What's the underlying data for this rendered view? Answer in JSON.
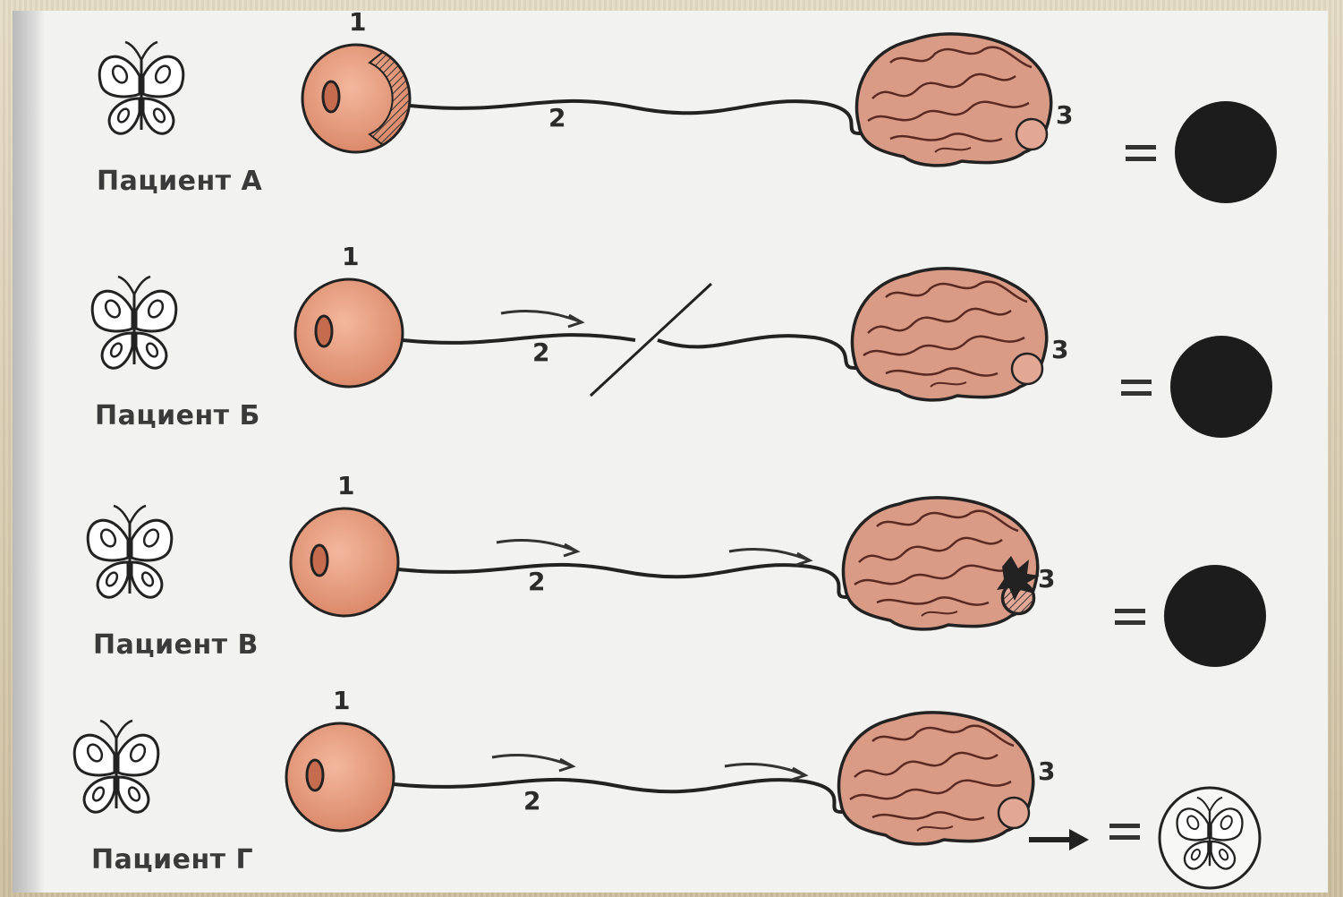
{
  "patients": [
    {
      "label": "Пациент  А",
      "n1": "1",
      "n2": "2",
      "n3": "3",
      "nerve_cut": false,
      "arrows": false,
      "cortex_damage": false,
      "result": "dark"
    },
    {
      "label": "Пациент  Б",
      "n1": "1",
      "n2": "2",
      "n3": "3",
      "nerve_cut": true,
      "arrows": true,
      "cortex_damage": false,
      "result": "dark"
    },
    {
      "label": "Пациент  В",
      "n1": "1",
      "n2": "2",
      "n3": "3",
      "nerve_cut": false,
      "arrows": true,
      "cortex_damage": true,
      "result": "dark"
    },
    {
      "label": "Пациент  Г",
      "n1": "1",
      "n2": "2",
      "n3": "3",
      "nerve_cut": false,
      "arrows": true,
      "cortex_damage": false,
      "result": "image"
    }
  ],
  "equals_sign": "=",
  "colors": {
    "eye": "#e89a7c",
    "brain": "#d9a08e",
    "line": "#2a2a2a",
    "result_dark": "#1c1c1c"
  }
}
